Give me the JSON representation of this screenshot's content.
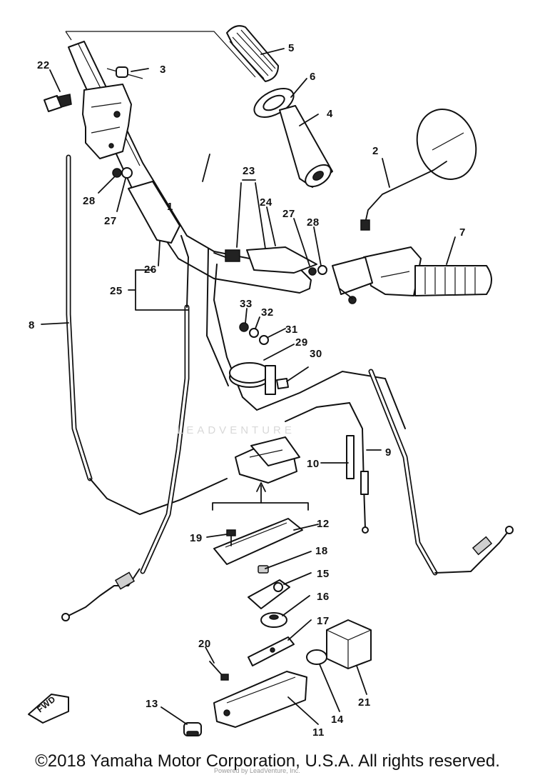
{
  "diagram": {
    "callouts": [
      "1",
      "2",
      "3",
      "4",
      "5",
      "6",
      "7",
      "8",
      "9",
      "10",
      "11",
      "12",
      "13",
      "14",
      "15",
      "16",
      "17",
      "18",
      "19",
      "20",
      "21",
      "22",
      "23",
      "24",
      "25",
      "26",
      "27",
      "28",
      "29",
      "30",
      "31",
      "32",
      "33"
    ],
    "fwd_marker": "FWD",
    "watermark": "LEADVENTURE",
    "footer_fine_print": "Powered by LeadVenture, Inc.",
    "copyright": "©2018 Yamaha Motor Corporation, U.S.A. All rights reserved."
  }
}
